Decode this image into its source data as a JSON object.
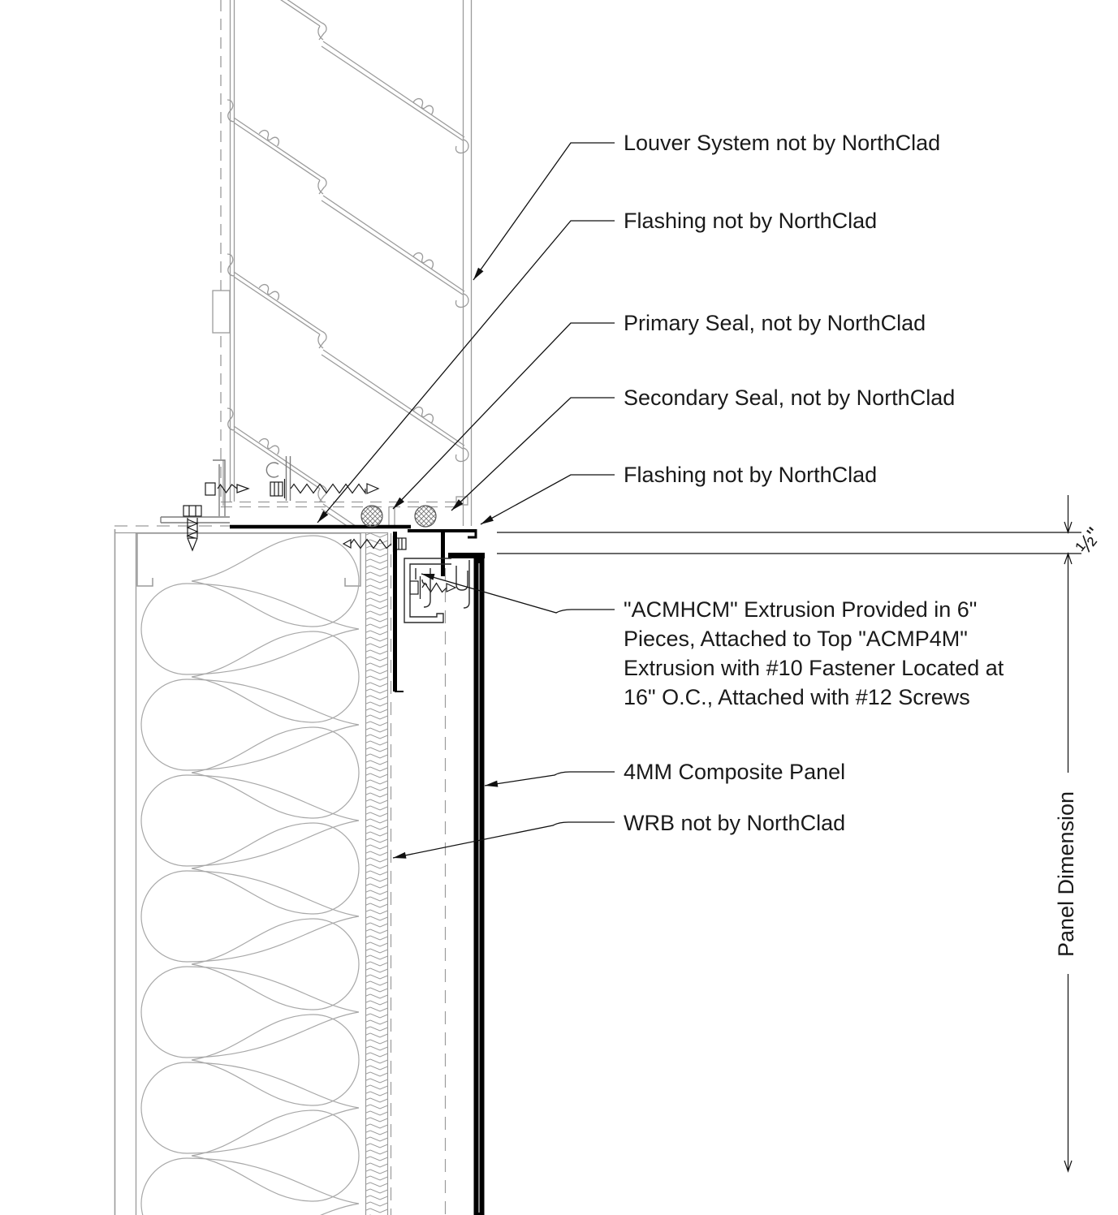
{
  "drawing": {
    "type": "construction-detail-section",
    "callouts": [
      {
        "label": "Louver System not by NorthClad"
      },
      {
        "label": "Flashing not by NorthClad"
      },
      {
        "label": "Primary Seal, not by NorthClad"
      },
      {
        "label": "Secondary Seal, not by NorthClad"
      },
      {
        "label": "Flashing not by NorthClad"
      },
      {
        "lines": [
          "\"ACMHCM\" Extrusion Provided in 6\"",
          "Pieces, Attached to Top \"ACMP4M\"",
          "Extrusion with #10 Fastener Located at",
          "16\" O.C., Attached with #12 Screws"
        ]
      },
      {
        "label": "4MM Composite Panel"
      },
      {
        "label": "WRB not by NorthClad"
      }
    ],
    "dimensions": {
      "gap_label": "½\"",
      "panel_label": "Panel Dimension"
    },
    "colors": {
      "line_gray": "#9b9b9b",
      "line_dark": "#1a1a1a",
      "black": "#000000",
      "seal_hatch": "#777777"
    }
  }
}
